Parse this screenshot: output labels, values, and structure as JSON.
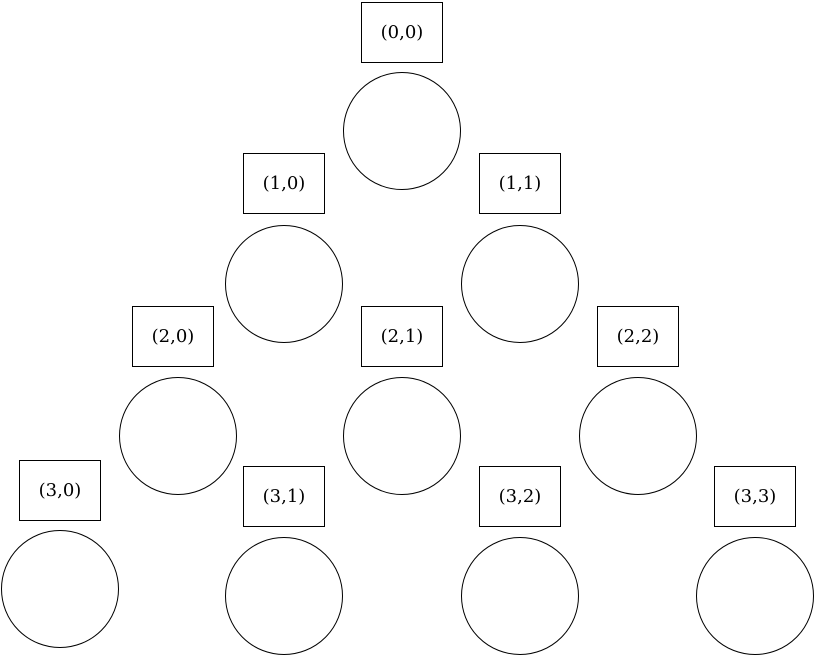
{
  "nodes": [
    {
      "id": "0-0",
      "label": "(0,0)"
    },
    {
      "id": "1-0",
      "label": "(1,0)"
    },
    {
      "id": "1-1",
      "label": "(1,1)"
    },
    {
      "id": "2-0",
      "label": "(2,0)"
    },
    {
      "id": "2-1",
      "label": "(2,1)"
    },
    {
      "id": "2-2",
      "label": "(2,2)"
    },
    {
      "id": "3-0",
      "label": "(3,0)"
    },
    {
      "id": "3-1",
      "label": "(3,1)"
    },
    {
      "id": "3-2",
      "label": "(3,2)"
    },
    {
      "id": "3-3",
      "label": "(3,3)"
    }
  ]
}
